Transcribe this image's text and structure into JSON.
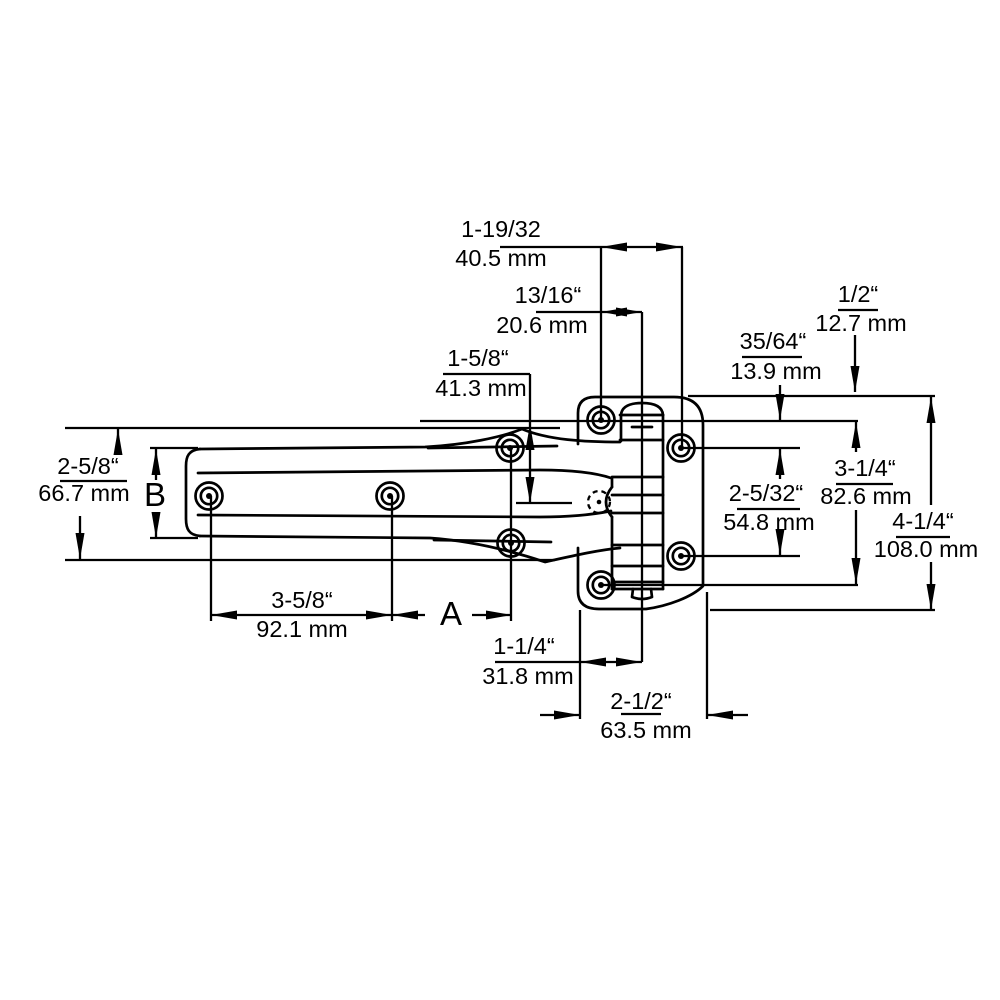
{
  "drawing": {
    "type": "technical-dimension-drawing",
    "subject": "offset door hinge top view with strap leaf, knuckle and mounting bracket",
    "background": "#ffffff",
    "line_color": "#000000",
    "labels": {
      "dim_40_5": {
        "inch": "1-19/32",
        "mm": "40.5 mm"
      },
      "dim_20_6": {
        "inch": "13/16“",
        "mm": "20.6 mm"
      },
      "dim_41_3": {
        "inch": "1-5/8“",
        "mm": "41.3 mm"
      },
      "dim_12_7": {
        "inch": "1/2“",
        "mm": "12.7 mm"
      },
      "dim_13_9": {
        "inch": "35/64“",
        "mm": "13.9 mm"
      },
      "dim_54_8": {
        "inch": "2-5/32“",
        "mm": "54.8 mm"
      },
      "dim_82_6": {
        "inch": "3-1/4“",
        "mm": "82.6 mm"
      },
      "dim_108_0": {
        "inch": "4-1/4“",
        "mm": "108.0 mm"
      },
      "dim_66_7": {
        "inch": "2-5/8“",
        "mm": "66.7 mm"
      },
      "dim_92_1": {
        "inch": "3-5/8“",
        "mm": "92.1 mm"
      },
      "dim_31_8": {
        "inch": "1-1/4“",
        "mm": "31.8 mm"
      },
      "dim_63_5": {
        "inch": "2-1/2“",
        "mm": "63.5 mm"
      },
      "var_a": "A",
      "var_b": "B"
    }
  }
}
